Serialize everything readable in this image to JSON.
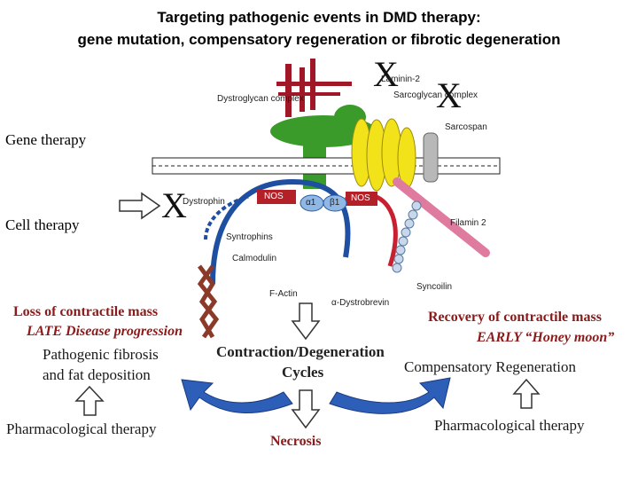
{
  "title": {
    "line1": "Targeting pathogenic events  in DMD  therapy:",
    "line2": "gene mutation, compensatory regeneration or fibrotic degeneration"
  },
  "left": {
    "gene_therapy": "Gene therapy",
    "cell_therapy": "Cell therapy",
    "loss": "Loss of contractile mass",
    "late": "LATE Disease progression",
    "fibrosis1": "Pathogenic fibrosis",
    "fibrosis2": "and fat deposition",
    "pharma": "Pharmacological therapy"
  },
  "center": {
    "contraction": "Contraction/Degeneration",
    "cycles": "Cycles",
    "necrosis": "Necrosis"
  },
  "right": {
    "recovery": "Recovery of contractile mass",
    "early": "EARLY “Honey moon”",
    "regen": "Compensatory  Regeneration",
    "pharma": "Pharmacological therapy"
  },
  "marks": {
    "x1": "X",
    "x2": "X",
    "x3": "X"
  },
  "protein_labels": {
    "laminin": "Laminin-2",
    "dystroglycan": "Dystroglycan complex",
    "sarcoglycan": "Sarcoglycan complex",
    "sarcospan": "Sarcospan",
    "dystrophin": "Dystrophin",
    "filamin": "Filamin 2",
    "syntrophins": "Syntrophins",
    "calmodulin": "Calmodulin",
    "factin": "F-Actin",
    "dystrobrevin": "α-Dystrobrevin",
    "syncoilin": "Syncoilin",
    "nos1": "NOS",
    "nos2": "NOS",
    "alpha1": "α1",
    "beta1": "β1"
  },
  "colors": {
    "title": "#000000",
    "red_text": "#8b1a1a",
    "arrow_blue": "#2d5fb8",
    "membrane_green": "#3a9a2a",
    "sarcoglycan_yellow": "#f2e21a",
    "dystrophin_red": "#c82030",
    "dystrophin_blue": "#1f4fa0"
  }
}
